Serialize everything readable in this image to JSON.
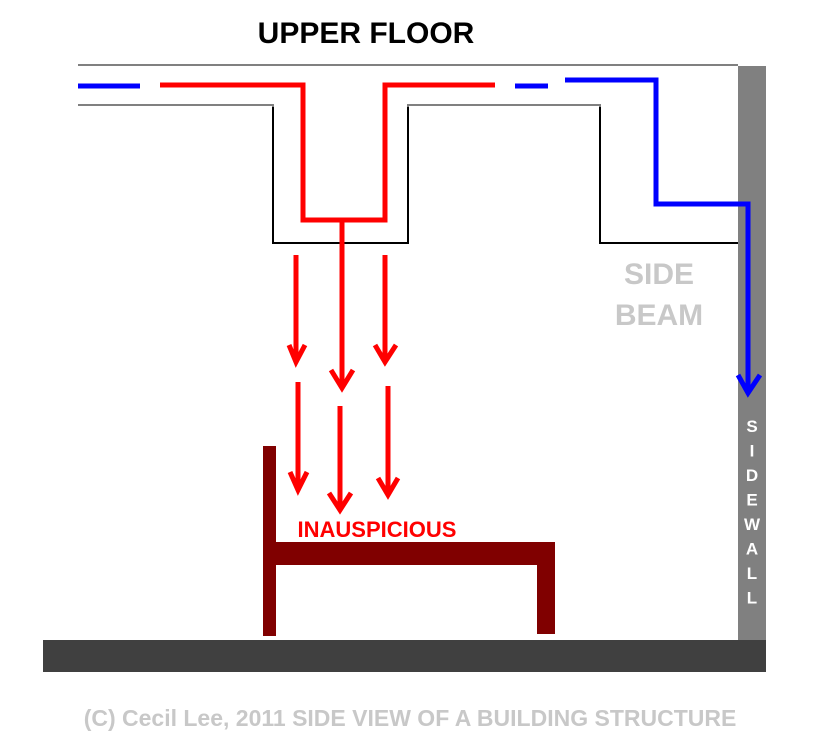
{
  "title": "UPPER FLOOR",
  "labels": {
    "side_beam_line1": "SIDE",
    "side_beam_line2": "BEAM",
    "inauspicious": "INAUSPICIOUS",
    "sidewall_letters": [
      "S",
      "I",
      "D",
      "E",
      "W",
      "A",
      "L",
      "L"
    ]
  },
  "caption": "(C) Cecil Lee, 2011  SIDE VIEW OF A BUILDING STRUCTURE",
  "colors": {
    "energy_red": "#ff0000",
    "energy_blue": "#0000ff",
    "bed": "#800000",
    "floor": "#404040",
    "wall": "#808080",
    "outline": "#000000",
    "ceiling_line": "#808080",
    "beam_label": "#c8c8c8",
    "caption": "#c8c8c8",
    "title": "#000000"
  }
}
